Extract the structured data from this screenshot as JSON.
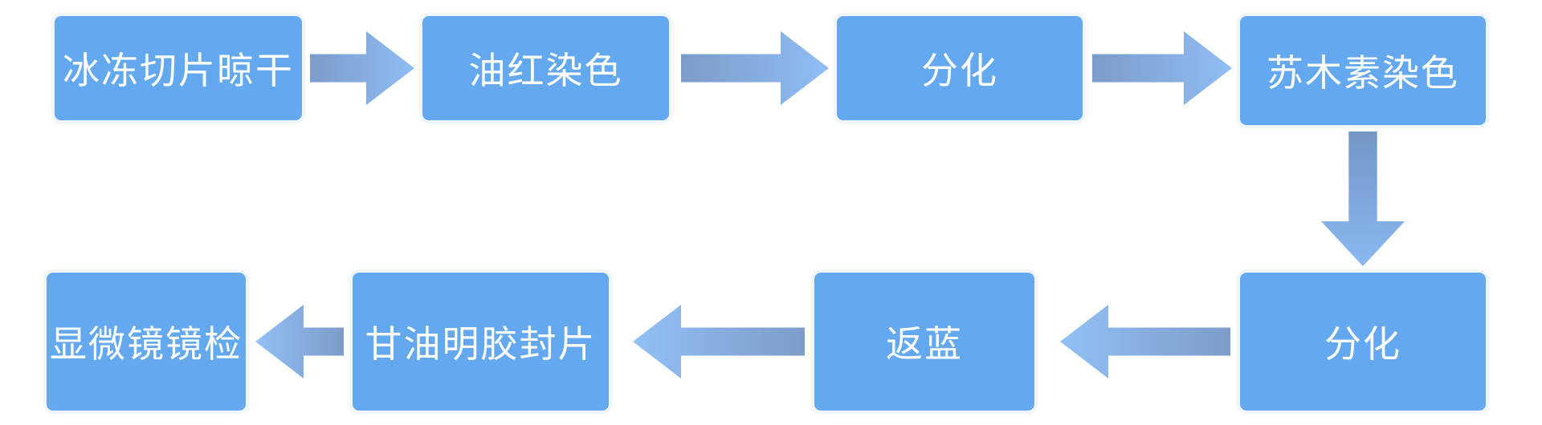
{
  "diagram": {
    "type": "flowchart",
    "background": "#ffffff",
    "box_fill": "#64a9ef",
    "box_text_color": "#ffffff",
    "arrow_gradient_start": "#7d9cca",
    "arrow_gradient_end": "#8fbdf5",
    "steps": [
      {
        "order": 1,
        "label": "冰冻切片晾干"
      },
      {
        "order": 2,
        "label": "油红染色"
      },
      {
        "order": 3,
        "label": "分化"
      },
      {
        "order": 4,
        "label": "苏木素染色"
      },
      {
        "order": 5,
        "label": "分化"
      },
      {
        "order": 6,
        "label": "返蓝"
      },
      {
        "order": 7,
        "label": "甘油明胶封片"
      },
      {
        "order": 8,
        "label": "显微镜镜检"
      }
    ],
    "connections": [
      {
        "from": "冰冻切片晾干",
        "to": "油红染色",
        "direction": "right"
      },
      {
        "from": "油红染色",
        "to": "分化",
        "direction": "right"
      },
      {
        "from": "分化",
        "to": "苏木素染色",
        "direction": "right"
      },
      {
        "from": "苏木素染色",
        "to": "分化",
        "direction": "down"
      },
      {
        "from": "分化",
        "to": "返蓝",
        "direction": "left"
      },
      {
        "from": "返蓝",
        "to": "甘油明胶封片",
        "direction": "left"
      },
      {
        "from": "甘油明胶封片",
        "to": "显微镜镜检",
        "direction": "left"
      }
    ]
  }
}
